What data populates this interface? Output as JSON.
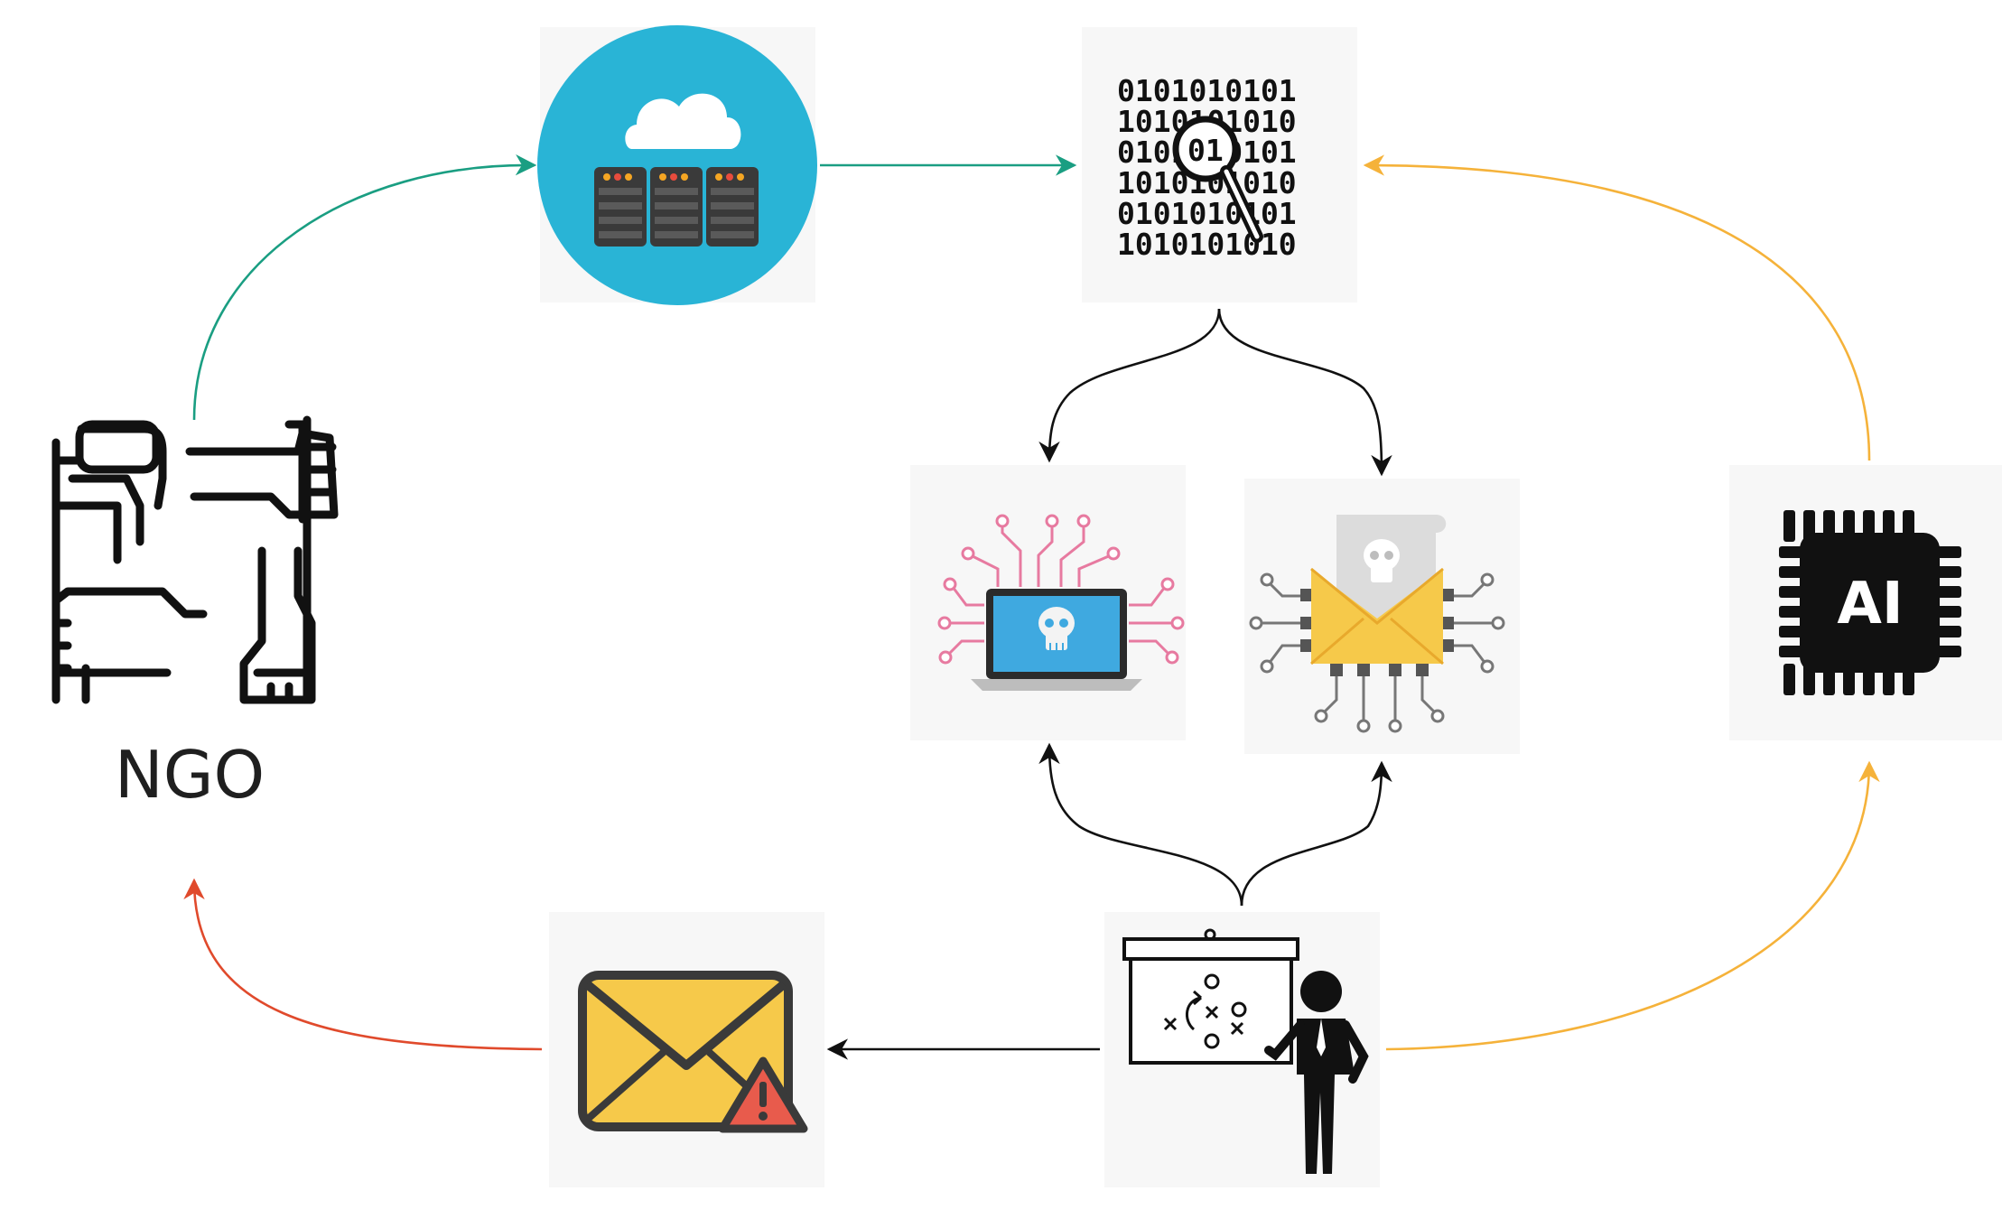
{
  "ngo": {
    "label": "NGO"
  },
  "ai": {
    "label": "AI"
  },
  "binary_rows": [
    "0101010101",
    "1010101010",
    "0101010101",
    "1010101010",
    "0101010101",
    "1010101010"
  ],
  "colors": {
    "teal_flow": "#1a9e82",
    "orange_flow": "#f5b23a",
    "red_flow": "#e04a2c",
    "black_flow": "#111111",
    "cloud_circle": "#29b4d6",
    "email_yellow": "#f6c94a",
    "warning_red": "#e85b4c"
  },
  "icons": [
    "handshake-icon",
    "cloud-server-icon",
    "binary-search-icon",
    "malware-laptop-icon",
    "malware-email-chip-icon",
    "ai-chip-icon",
    "strategy-presenter-icon",
    "email-warning-icon"
  ]
}
